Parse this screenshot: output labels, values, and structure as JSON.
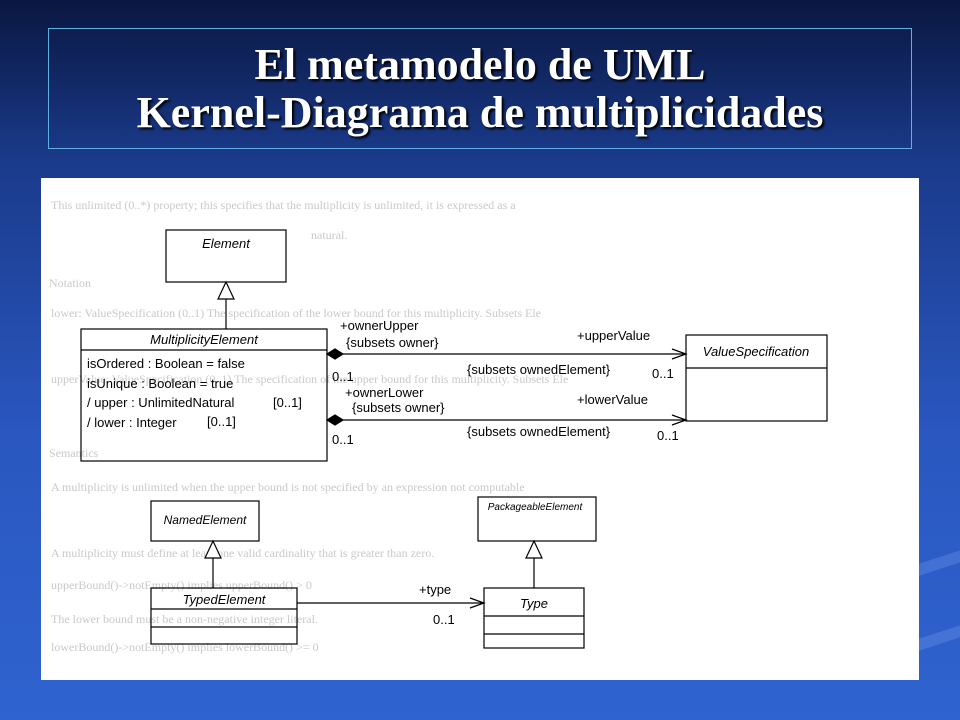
{
  "slide": {
    "title_line1": "El metamodelo de UML",
    "title_line2": "Kernel-Diagrama de multiplicidades"
  },
  "background_text": [
    "This unlimited (0..*) property; this specifies that the multiplicity is unlimited, it is expressed as a",
    "natural.",
    "Notation",
    "lower: ValueSpecification (0..1) The specification of the lower bound for this multiplicity. Subsets Ele",
    "upperValue: ValueSpecification (0..1) The specification of the upper bound for this multiplicity. Subsets Ele",
    "Semantics",
    "A multiplicity is unlimited when the upper bound is not specified by an expression not computable",
    "A multiplicity must define at least one valid cardinality that is greater than zero.",
    "upperBound()->notEmpty() implies upperBound() > 0",
    "The lower bound must be a non-negative integer literal.",
    "lowerBound()->notEmpty() implies lowerBound() >= 0"
  ],
  "diagram": {
    "element": "Element",
    "multiplicity_element": {
      "name": "MultiplicityElement",
      "attributes": [
        "isOrdered : Boolean = false",
        "isUnique : Boolean = true",
        "/ upper : UnlimitedNatural",
        "/ lower : Integer"
      ],
      "attr_mults": [
        "[0..1]",
        "[0..1]"
      ]
    },
    "value_specification": "ValueSpecification",
    "named_element": "NamedElement",
    "packageable_element": "PackageableElement",
    "typed_element": "TypedElement",
    "type": "Type",
    "assoc_upper": {
      "owner_role": "+ownerUpper",
      "owner_subsets": "{subsets owner}",
      "owner_mult": "0..1",
      "value_role": "+upperValue",
      "value_subsets": "{subsets ownedElement}",
      "value_mult": "0..1"
    },
    "assoc_lower": {
      "owner_role": "+ownerLower",
      "owner_subsets": "{subsets owner}",
      "owner_mult": "0..1",
      "value_role": "+lowerValue",
      "value_subsets": "{subsets ownedElement}",
      "value_mult": "0..1"
    },
    "assoc_type": {
      "role": "+type",
      "mult": "0..1"
    }
  }
}
